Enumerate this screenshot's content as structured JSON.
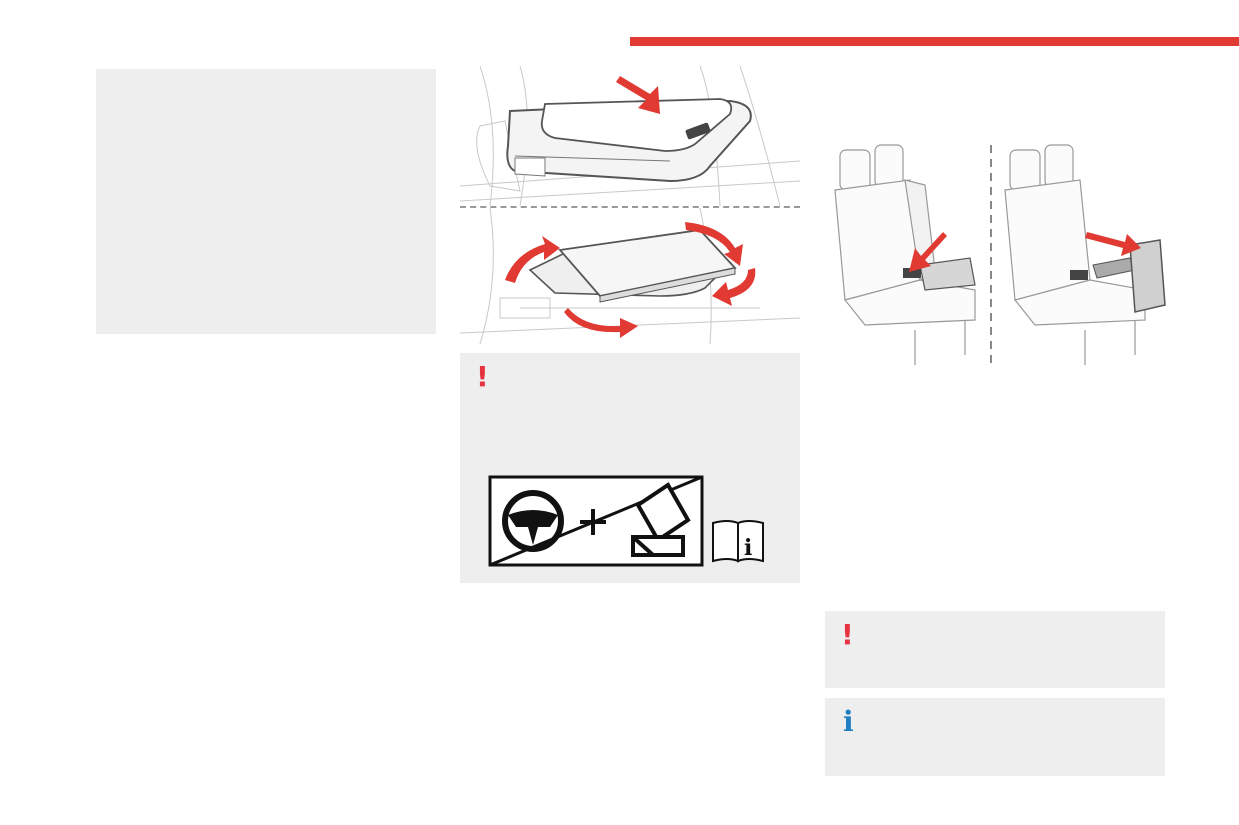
{
  "accent_colors": {
    "header_bar": "#e03a33",
    "warning": "#e53340",
    "info": "#1f7fc4",
    "panel": "#eeeeee"
  },
  "illustrations": {
    "console_top": "storage-tray-slide-illustration",
    "console_bottom": "tray-rotate-illustration",
    "seats": "rear-bench-armrest-illustration"
  },
  "warning_panel": {
    "icon": "exclamation-icon",
    "label": "pictogram-airbag-rear-facing-seat"
  },
  "warning_panel_2": {
    "icon": "exclamation-icon"
  },
  "info_panel": {
    "icon": "info-icon"
  }
}
